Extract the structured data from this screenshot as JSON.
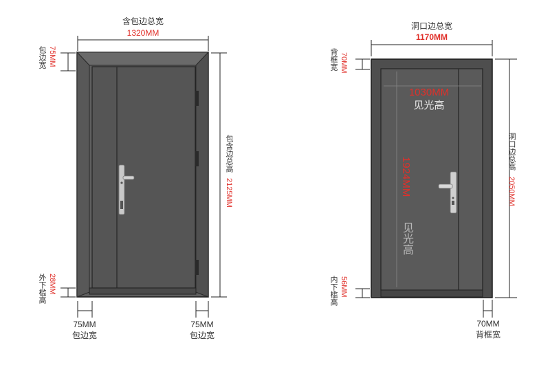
{
  "colors": {
    "frame": "#5d5d5d",
    "door": "#555555",
    "dark": "#2d2d2d",
    "line": "#1a1a1a",
    "red": "#e0302a",
    "text": "#333333",
    "handle": "#c9c9c9"
  },
  "left_door": {
    "title": "含包边总宽",
    "total_width": "1320MM",
    "trim_width_top_label": "包边宽",
    "trim_width_top_value": "75MM",
    "total_height_label": "包含边总高",
    "total_height_value": "2125MM",
    "sill_label": "外下槛高",
    "sill_value": "28MM",
    "bottom_left_value": "75MM",
    "bottom_left_label": "包边宽",
    "bottom_right_value": "75MM",
    "bottom_right_label": "包边宽"
  },
  "right_door": {
    "title": "洞口边总宽",
    "total_width": "1170MM",
    "frame_width_top_label": "背框宽",
    "frame_width_top_value": "70MM",
    "clear_width_value": "1030MM",
    "clear_width_label": "见光高",
    "clear_height_value": "1924MM",
    "clear_height_label": "见光高",
    "total_height_label": "洞口边总高",
    "total_height_value": "2050MM",
    "sill_label": "内下槛高",
    "sill_value": "56MM",
    "bottom_right_value": "70MM",
    "bottom_right_label": "背框宽"
  }
}
